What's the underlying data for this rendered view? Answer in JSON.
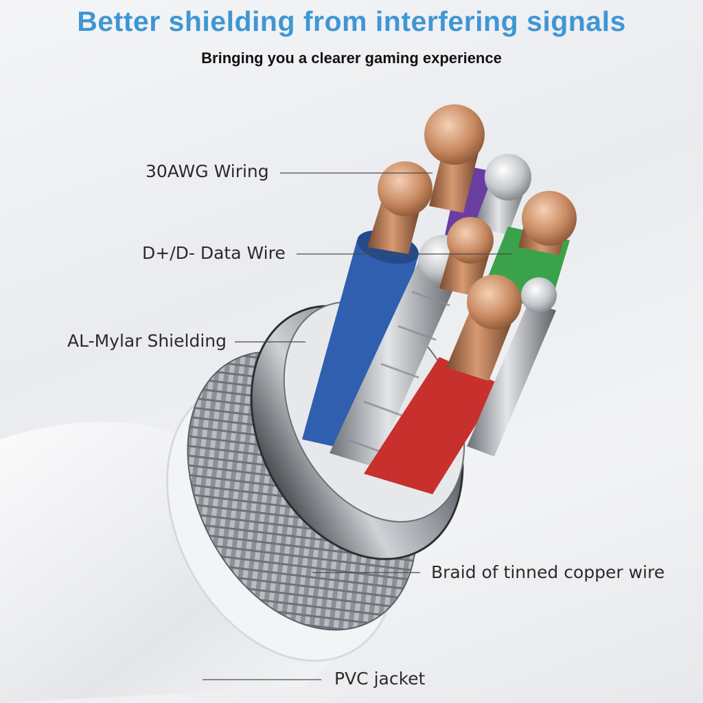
{
  "header": {
    "title": "Better shielding from interfering signals",
    "subtitle": "Bringing you a clearer gaming experience"
  },
  "callouts": {
    "wiring": "30AWG Wiring",
    "data_wire": "D+/D- Data Wire",
    "shielding": "AL-Mylar Shielding",
    "braid": "Braid of tinned copper wire",
    "jacket": "PVC jacket"
  },
  "colors": {
    "title": "#3f96d4",
    "wire_blue": "#2f5fae",
    "wire_red": "#c8302e",
    "wire_green": "#3aa24a",
    "wire_purple": "#6a3ea0",
    "copper": "#c98a62"
  },
  "image": {
    "subject": "cable-cross-section",
    "icon": "cable-icon"
  }
}
